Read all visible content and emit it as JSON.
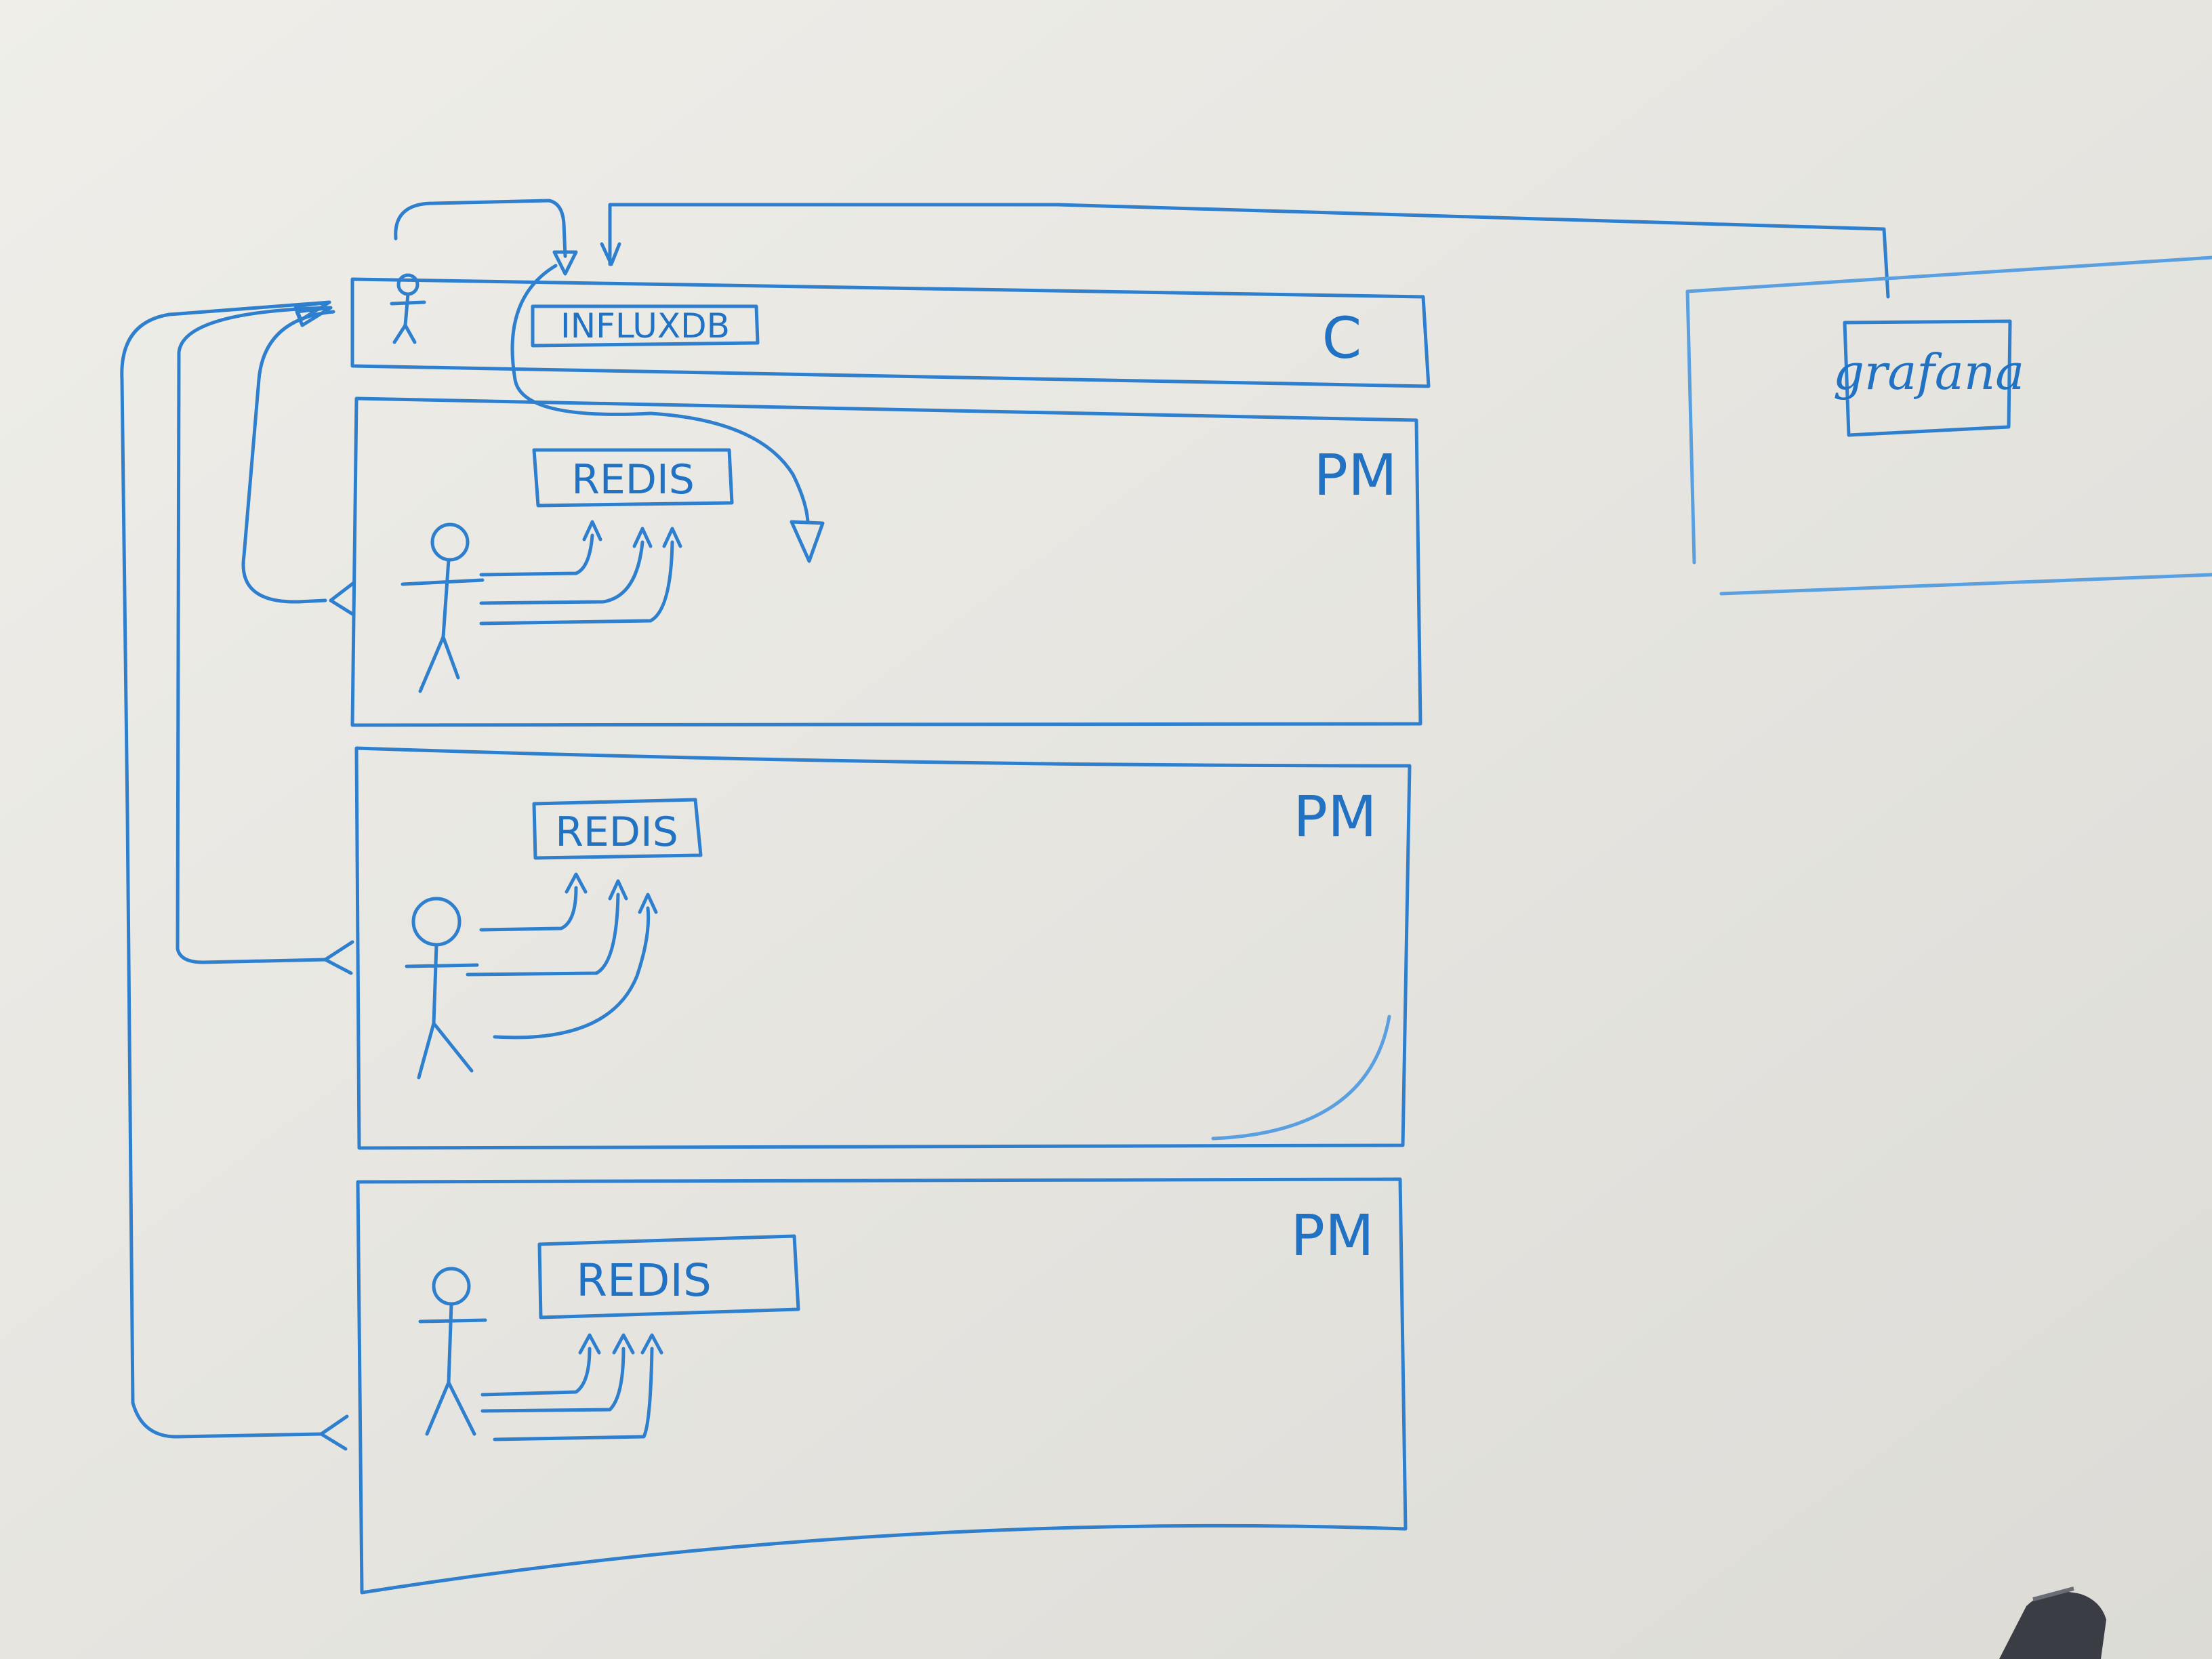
{
  "colors": {
    "board": "#e8e7e2",
    "marker": "#2f7fcf",
    "marker_light": "#5a9fe0"
  },
  "labels": {
    "influxdb": "INFLUXDB",
    "controller_tag": "C",
    "grafana": "grafana",
    "pm_1": "PM",
    "pm_2": "PM",
    "pm_3": "PM",
    "redis_1": "REDIS",
    "redis_2": "REDIS",
    "redis_3": "REDIS"
  },
  "icons": [
    "stick-figure-icon",
    "arrow-head-icon"
  ]
}
